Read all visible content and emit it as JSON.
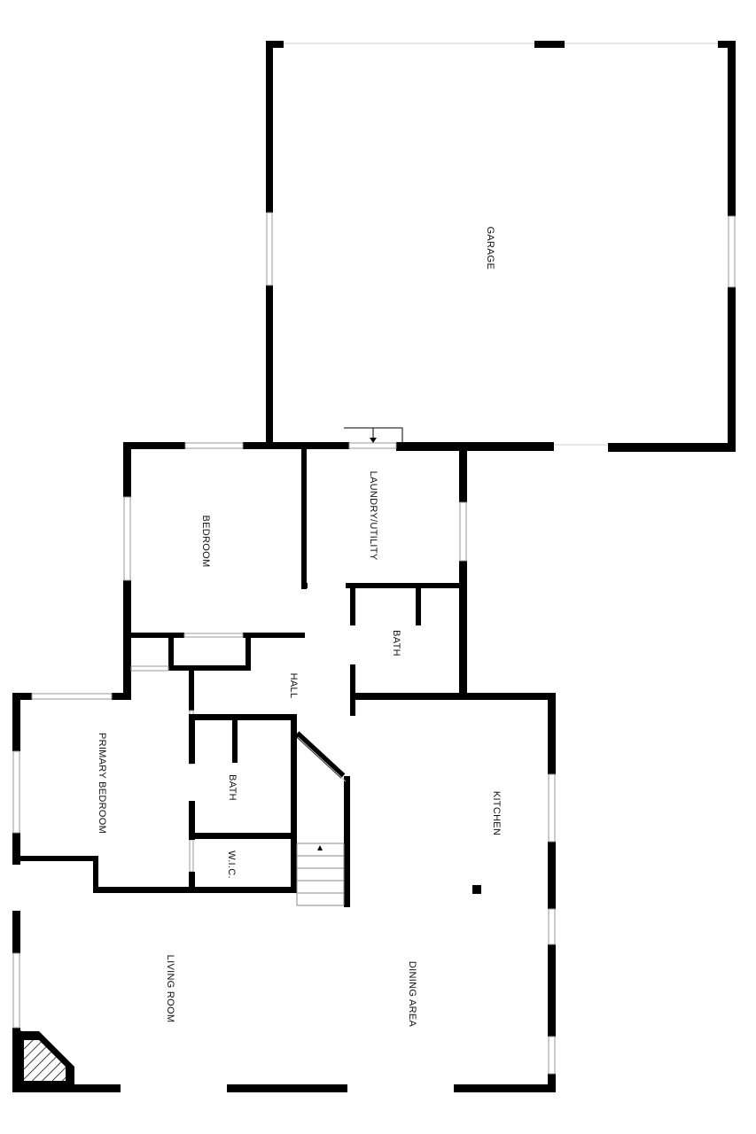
{
  "plan": {
    "colors": {
      "wall": "#000000",
      "background": "#ffffff",
      "window": "#999999"
    },
    "rooms": [
      {
        "id": "garage",
        "label": "GARAGE"
      },
      {
        "id": "laundry",
        "label": "LAUNDRY/UTILITY"
      },
      {
        "id": "bedroom",
        "label": "BEDROOM"
      },
      {
        "id": "bath_upper",
        "label": "BATH"
      },
      {
        "id": "hall",
        "label": "HALL"
      },
      {
        "id": "primary_bedroom",
        "label": "PRIMARY BEDROOM"
      },
      {
        "id": "bath_lower",
        "label": "BATH"
      },
      {
        "id": "wic",
        "label": "W.I.C."
      },
      {
        "id": "kitchen",
        "label": "KITCHEN"
      },
      {
        "id": "living_room",
        "label": "LIVING ROOM"
      },
      {
        "id": "dining_area",
        "label": "DINING AREA"
      }
    ],
    "icons": [
      "stair-arrow-icon",
      "door-arrow-icon",
      "fireplace-icon",
      "column-icon"
    ]
  }
}
